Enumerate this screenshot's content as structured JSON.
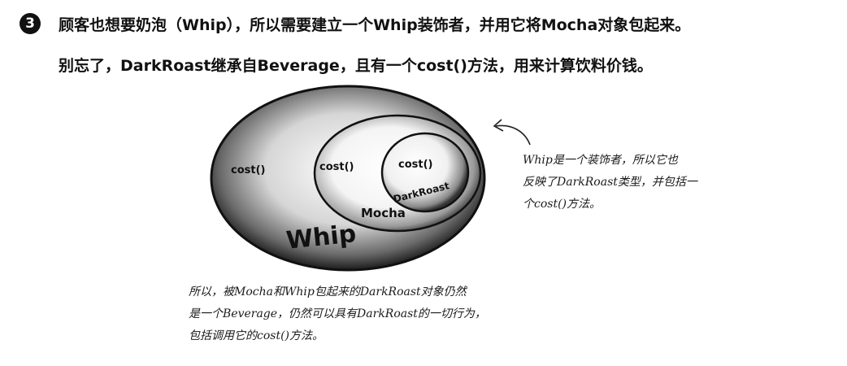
{
  "step": {
    "number": "3",
    "line1": "顾客也想要奶泡（Whip），所以需要建立一个Whip装饰者，并用它将Mocha对象包起来。",
    "line2": "别忘了，DarkRoast继承自Beverage，且有一个cost()方法，用来计算饮料价钱。"
  },
  "diagram": {
    "whip": {
      "name": "Whip",
      "method": "cost()"
    },
    "mocha": {
      "name": "Mocha",
      "method": "cost()"
    },
    "darkroast": {
      "name": "DarkRoast",
      "method": "cost()"
    }
  },
  "notes": {
    "right": [
      "Whip是一个装饰者，所以它也",
      "反映了DarkRoast类型，并包括一",
      "个cost()方法。"
    ],
    "bottom": [
      "所以，被Mocha和Whip包起来的DarkRoast对象仍然",
      "是一个Beverage，仍然可以具有DarkRoast的一切行为，",
      "包括调用它的cost()方法。"
    ]
  }
}
